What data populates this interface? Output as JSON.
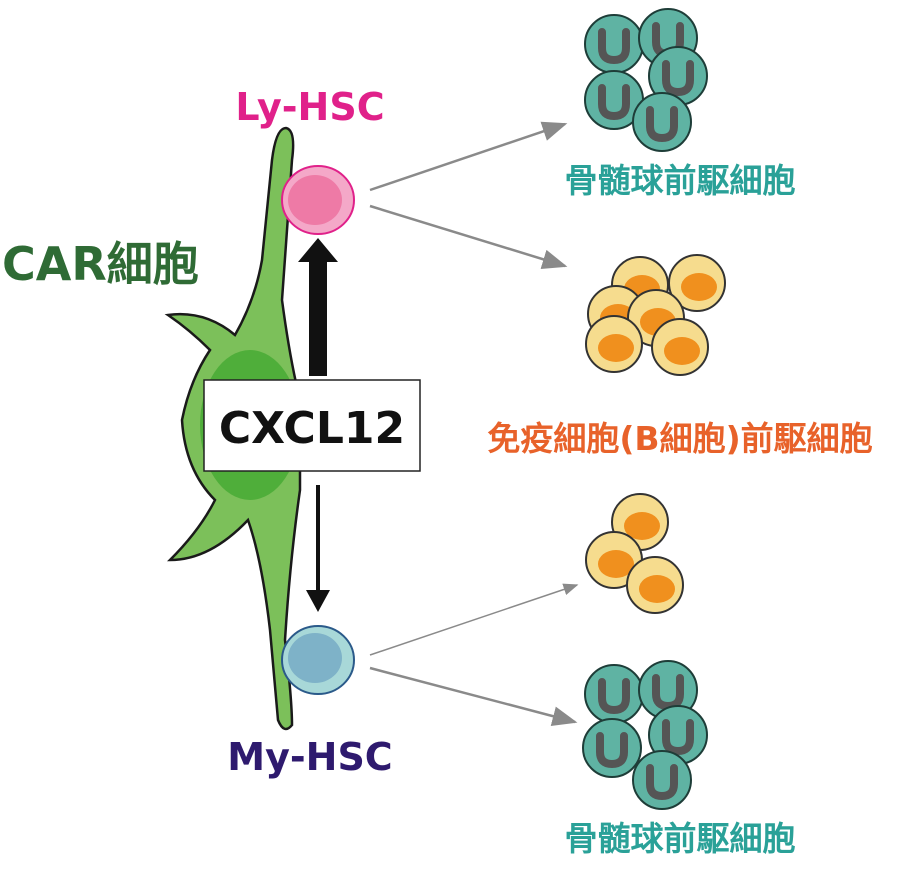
{
  "labels": {
    "car_cell": "CAR細胞",
    "ly_hsc": "Ly-HSC",
    "my_hsc": "My-HSC",
    "cxcl12": "CXCL12",
    "myeloid_progenitor_top": "骨髄球前駆細胞",
    "immune_progenitor": "免疫細胞(B細胞)前駆細胞",
    "myeloid_progenitor_bottom": "骨髄球前駆細胞"
  },
  "colors": {
    "ly_hsc": "#e0218a",
    "my_hsc": "#2e1a6e",
    "car_cell": "#2f6b35",
    "myeloid": "#2aa198",
    "immune": "#e8622a",
    "cell_green": "#7cc05a",
    "teal_cell": "#5fb3a3",
    "orange_cell": "#f4d98a"
  }
}
